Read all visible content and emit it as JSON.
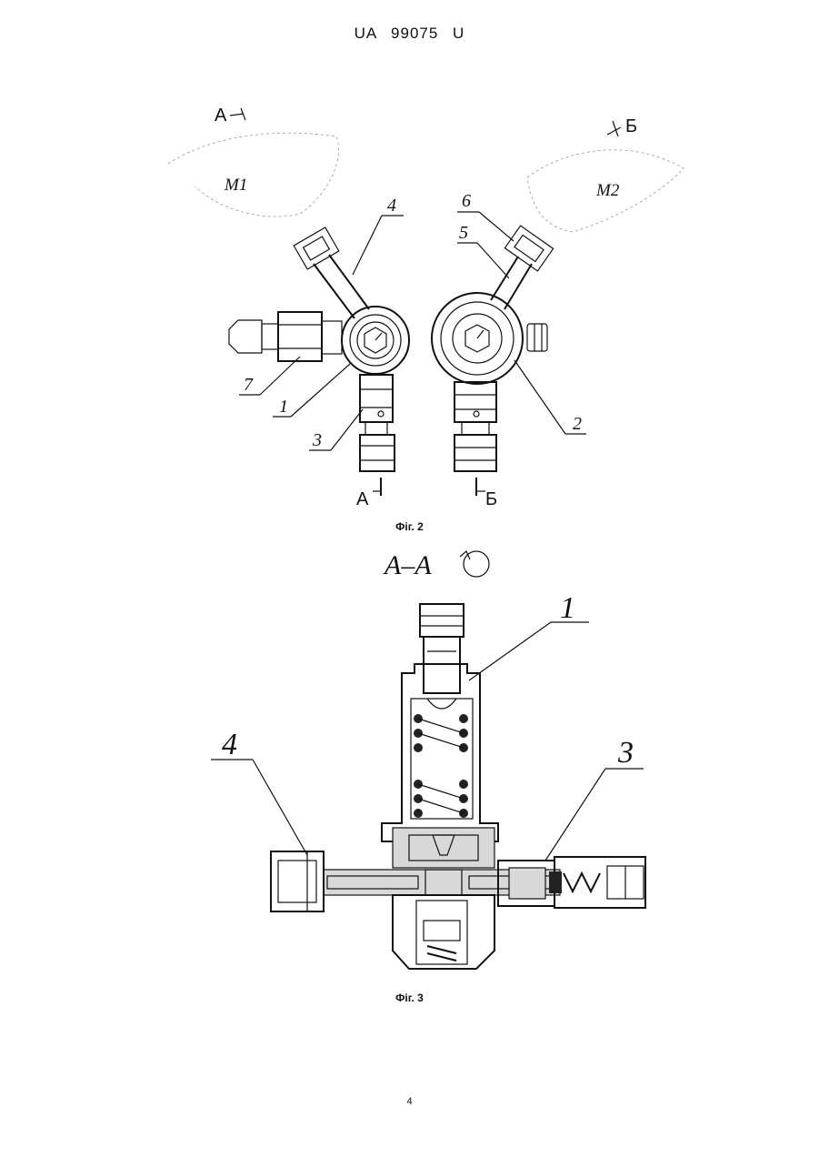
{
  "header": {
    "doc_id": "UA   99075   U"
  },
  "fig2": {
    "caption": "Фіг. 2",
    "section_marks": {
      "a": "А",
      "b": "Б"
    },
    "zone_labels": {
      "m1": "M1",
      "m2": "M2"
    },
    "part_labels": [
      "1",
      "2",
      "3",
      "4",
      "5",
      "6",
      "7"
    ]
  },
  "fig3": {
    "caption": "Фіг. 3",
    "section_title": "А–А",
    "part_labels": [
      "1",
      "3",
      "4"
    ]
  },
  "page_number": "4"
}
